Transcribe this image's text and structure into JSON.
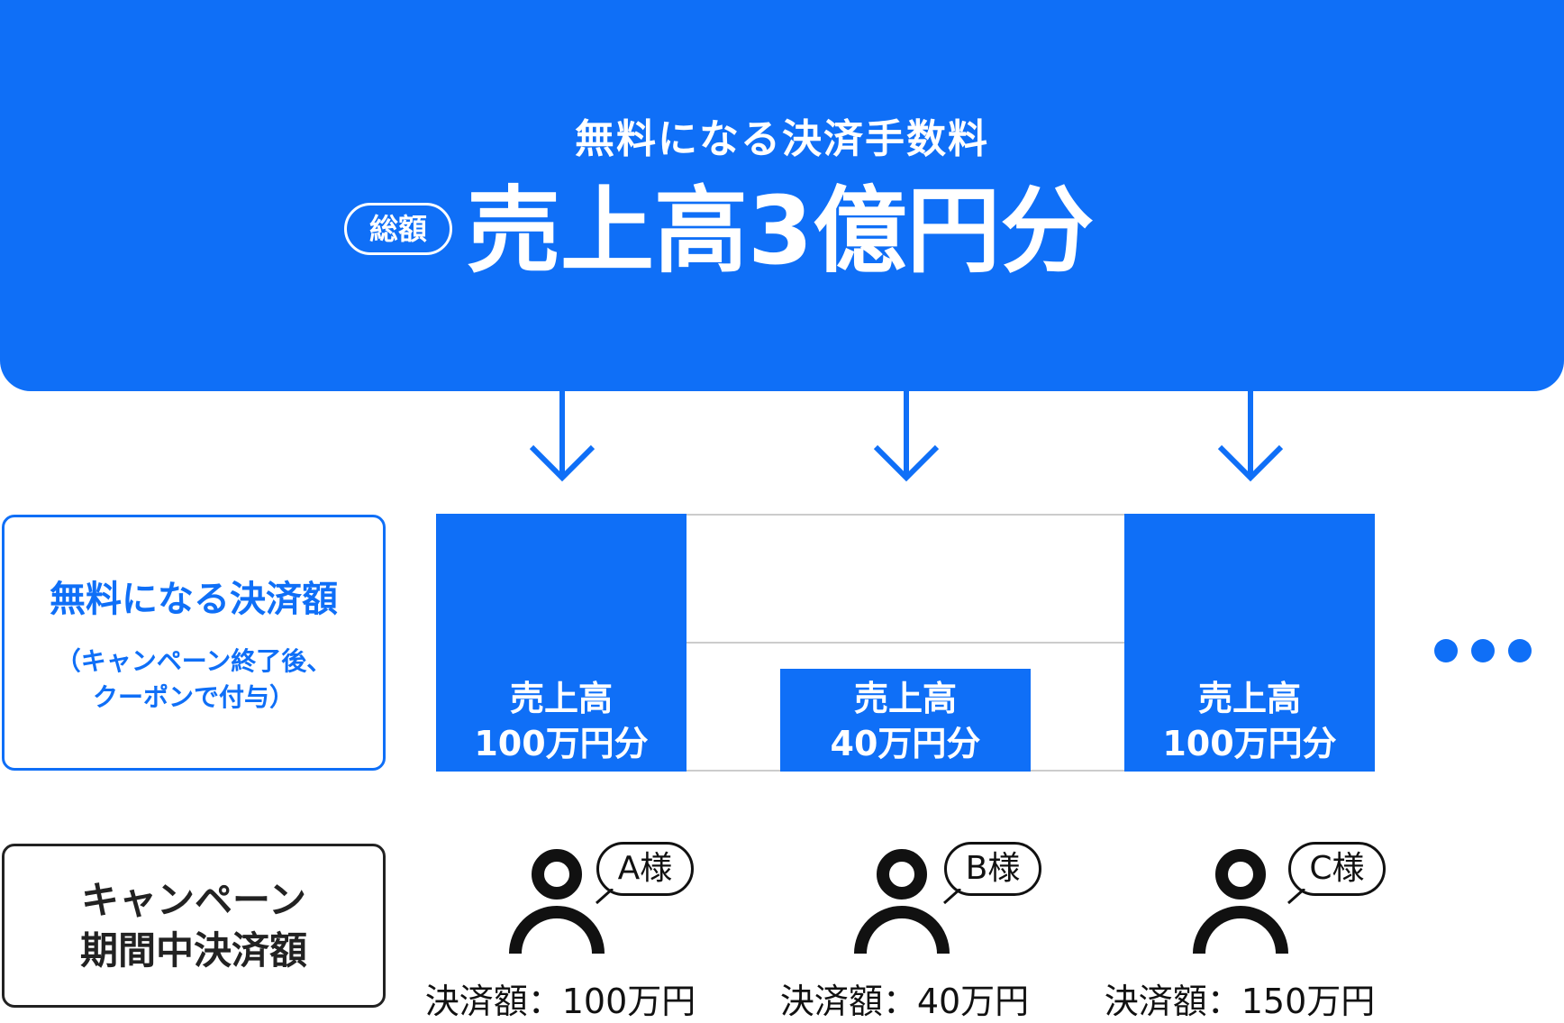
{
  "header": {
    "subtitle": "無料になる決済手数料",
    "badge": "総額",
    "headline": "売上高3億円分"
  },
  "labels": {
    "free_title": "無料になる決済額",
    "free_note_line1": "（キャンペーン終了後、",
    "free_note_line2": "クーポンで付与）",
    "campaign_line1": "キャンペーン",
    "campaign_line2": "期間中決済額"
  },
  "bars": [
    {
      "line1": "売上高",
      "line2": "100万円分",
      "level": 1.0
    },
    {
      "line1": "売上高",
      "line2": "40万円分",
      "level": 0.4
    },
    {
      "line1": "売上高",
      "line2": "100万円分",
      "level": 1.0
    }
  ],
  "customers": [
    {
      "name": "A様",
      "amount": "決済額：100万円"
    },
    {
      "name": "B様",
      "amount": "決済額：40万円"
    },
    {
      "name": "C様",
      "amount": "決済額：150万円"
    }
  ],
  "colors": {
    "accent": "#0f6ff7",
    "ink": "#111111"
  }
}
